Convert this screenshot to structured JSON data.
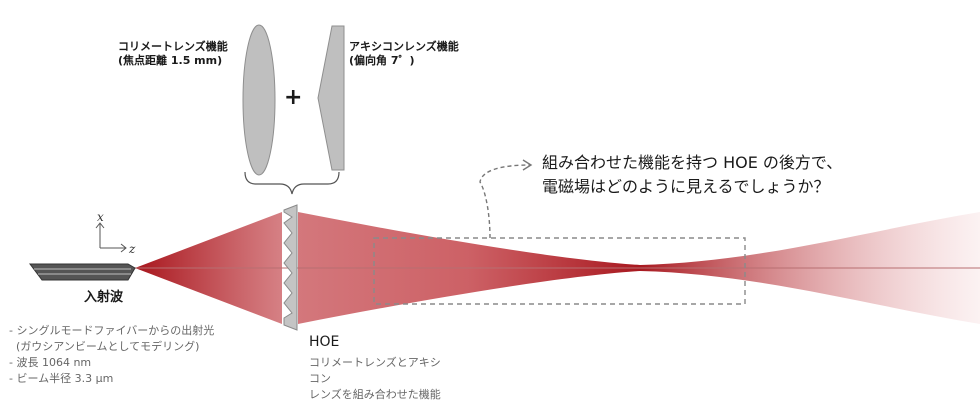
{
  "collimator_label": {
    "line1": "コリメートレンズ機能",
    "line2": "(焦点距離 1.5 mm)"
  },
  "axicon_label": {
    "line1": "アキシコンレンズ機能",
    "line2": "(偏向角 7゜)"
  },
  "plus_sign": "+",
  "question": {
    "line1": "組み合わせた機能を持つ HOE の後方で、",
    "line2": "電磁場はどのように見えるでしょうか？"
  },
  "axes": {
    "x": "x",
    "z": "z"
  },
  "incident": {
    "title": "入射波",
    "lines": [
      "- シングルモードファイバーからの出射光",
      "  (ガウシアンビームとしてモデリング)",
      "- 波長 1064 nm",
      "- ビーム半径 3.3 μm"
    ]
  },
  "hoe": {
    "title": "HOE",
    "lines": [
      "コリメートレンズとアキシ",
      "コン",
      "レンズを組み合わせた機能"
    ]
  },
  "colors": {
    "beam": "#b01e24",
    "lens": "#bfbfbf",
    "lens_stroke": "#8f8f8f",
    "fiber": "#555555"
  }
}
